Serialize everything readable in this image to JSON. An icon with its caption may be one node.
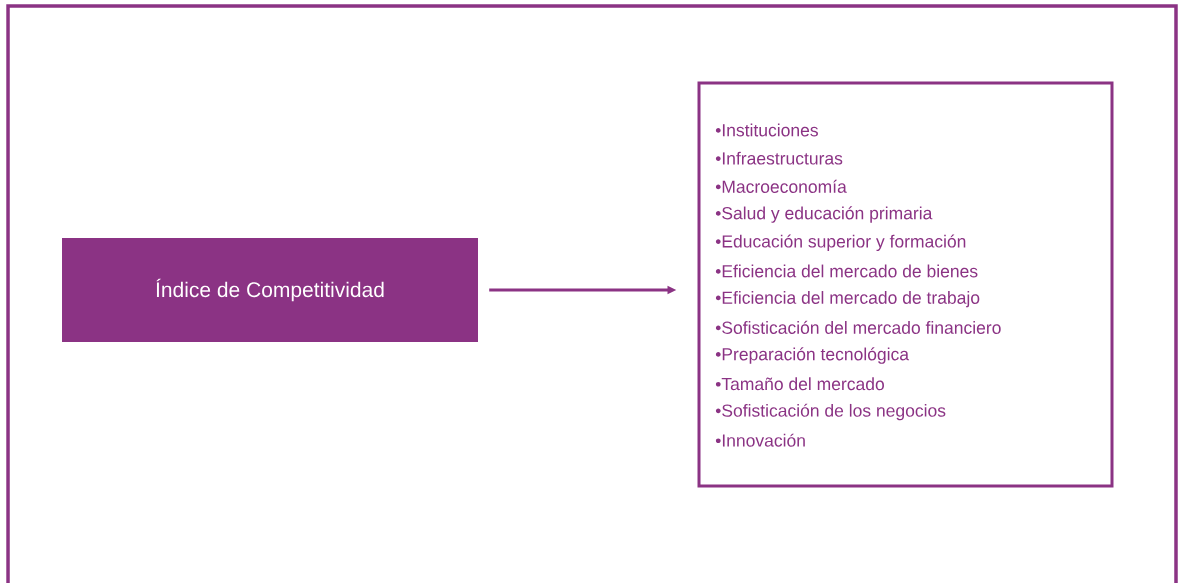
{
  "diagram": {
    "nodes": [
      {
        "text": [
          "Índice de Competitividad"
        ]
      },
      {
        "text": [
          "•Instituciones",
          "•Infraestructuras",
          "•Macroeconomía",
          "•Salud y educación primaria",
          "•Educación superior y formación",
          "•Eficiencia del mercado de bienes",
          "•Eficiencia del mercado de trabajo",
          "•Sofisticación del mercado financiero",
          "•Preparación tecnológica",
          "•Tamaño del mercado",
          "•Sofisticación de los negocios",
          "•Innovación"
        ]
      }
    ],
    "edges": [
      {
        "from": 0,
        "to": 1,
        "arrow": "to"
      }
    ]
  }
}
